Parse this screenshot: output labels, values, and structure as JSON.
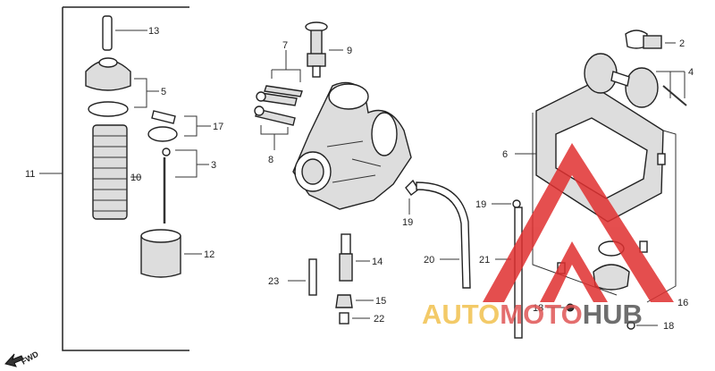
{
  "diagram": {
    "fwd_label": "FWD",
    "callouts": [
      {
        "id": "c13",
        "text": "13"
      },
      {
        "id": "c5",
        "text": "5"
      },
      {
        "id": "c11",
        "text": "11"
      },
      {
        "id": "c10",
        "text": "10"
      },
      {
        "id": "c17",
        "text": "17"
      },
      {
        "id": "c3",
        "text": "3"
      },
      {
        "id": "c12",
        "text": "12"
      },
      {
        "id": "c7",
        "text": "7"
      },
      {
        "id": "c9",
        "text": "9"
      },
      {
        "id": "c8",
        "text": "8"
      },
      {
        "id": "c14",
        "text": "14"
      },
      {
        "id": "c23",
        "text": "23"
      },
      {
        "id": "c15",
        "text": "15"
      },
      {
        "id": "c22",
        "text": "22"
      },
      {
        "id": "c19a",
        "text": "19"
      },
      {
        "id": "c20",
        "text": "20"
      },
      {
        "id": "c21",
        "text": "21"
      },
      {
        "id": "c19b",
        "text": "19"
      },
      {
        "id": "c6",
        "text": "6"
      },
      {
        "id": "c2",
        "text": "2"
      },
      {
        "id": "c4",
        "text": "4"
      },
      {
        "id": "c16",
        "text": "16"
      },
      {
        "id": "c18a",
        "text": "18"
      },
      {
        "id": "c18b",
        "text": "18"
      }
    ]
  },
  "watermark": {
    "part1": "AUTO",
    "part2": "MOTO",
    "part3": "HUB",
    "colors": {
      "auto": "#f2c14e",
      "moto": "#e05555",
      "hub": "#555555",
      "triangle": "#e03030"
    }
  }
}
